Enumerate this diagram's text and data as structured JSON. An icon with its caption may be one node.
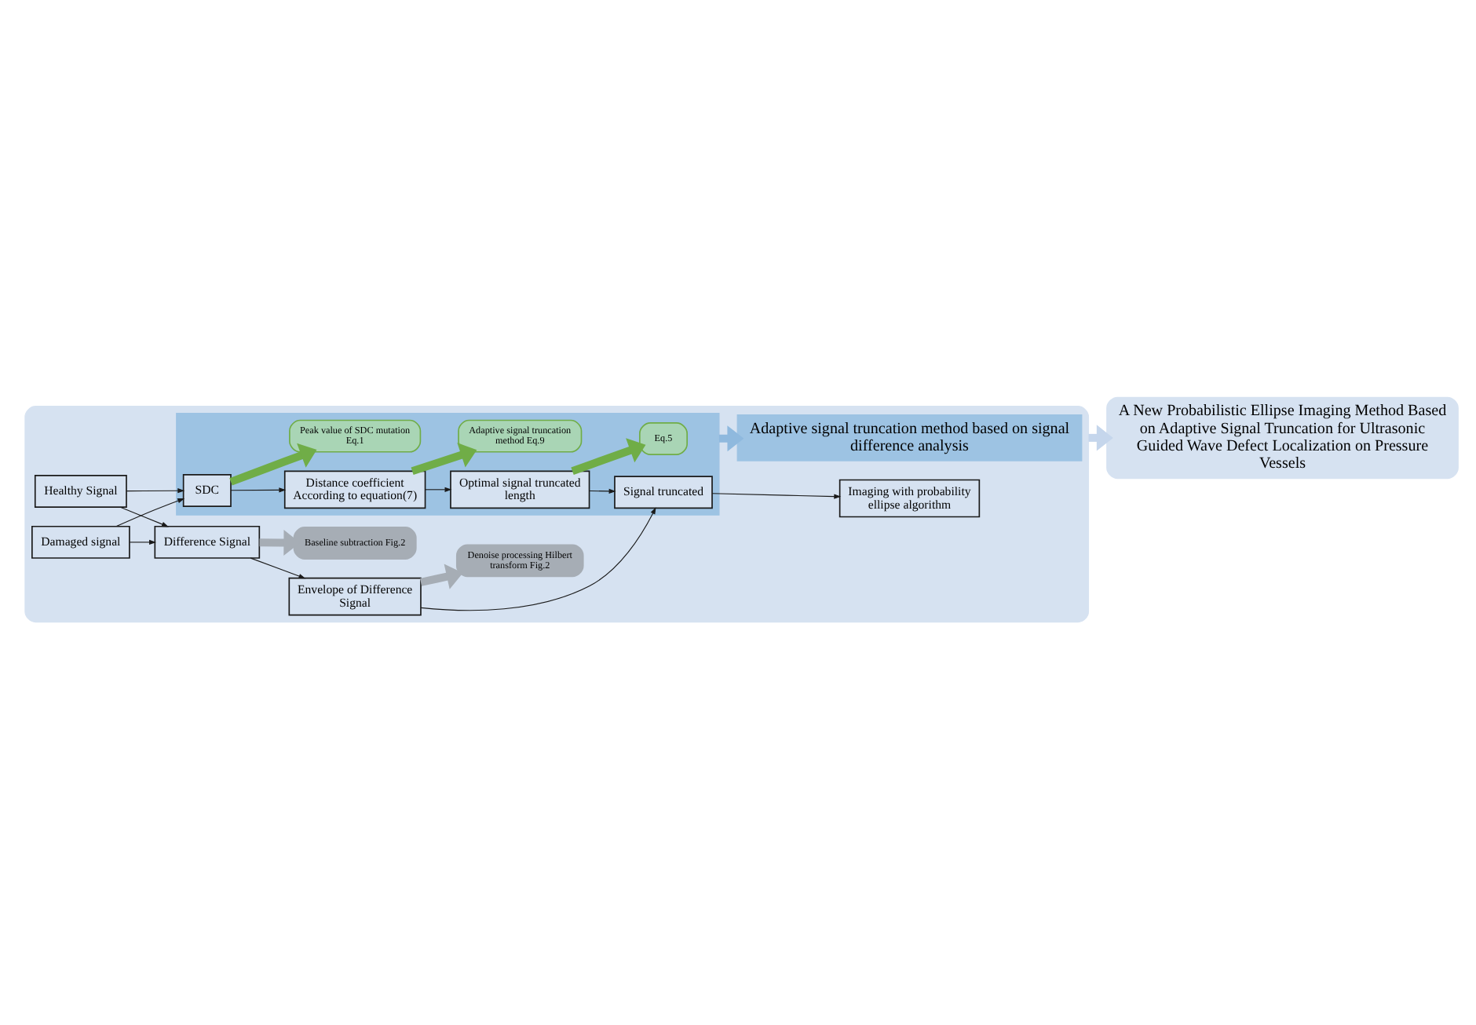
{
  "diagram": {
    "nodes": [
      {
        "text": [],
        "shape": "box"
      },
      {
        "text": [],
        "shape": "box",
        "in": 0
      },
      {
        "text": [
          "Baseline subtraction Fig.2"
        ],
        "in": 0
      },
      {
        "text": [
          "Denoise processing Hilbert transform Fig.2"
        ],
        "in": 0
      },
      {
        "text": [
          "Healthy Signal"
        ],
        "in": 0
      },
      {
        "text": [
          "Difference Signal"
        ],
        "in": 0
      },
      {
        "text": [
          "Envelope of Difference Signal"
        ],
        "in": 0
      },
      {
        "text": [
          "Signal truncated"
        ],
        "in": 1
      },
      {
        "text": [
          "Imaging with probability ellipse algorithm"
        ],
        "in": 0
      },
      {
        "text": [
          "Damaged signal"
        ],
        "in": 0
      },
      {
        "text": [
          "SDC"
        ],
        "in": 1
      },
      {
        "text": [
          "Distance coefficient",
          "According to equation(7)"
        ],
        "in": 1
      },
      {
        "text": [
          "Optimal signal truncated length"
        ],
        "in": 1
      },
      {
        "text": [
          "Peak value of SDC mutation Eq.1"
        ],
        "in": 1
      },
      {
        "text": [
          "Adaptive signal truncation method Eq.9"
        ],
        "in": 1
      },
      {
        "text": [
          "Eq.5"
        ],
        "in": 1
      },
      {
        "text": [
          "Adaptive signal truncation method based on signal difference analysis"
        ],
        "in": 0
      },
      {
        "text": [
          "A New Probabilistic Ellipse Imaging Method Based on Adaptive Signal Truncation for Ultrasonic Guided Wave Defect Localization on Pressure Vessels"
        ]
      }
    ],
    "edges": [
      {
        "from": 4,
        "to": 5,
        "arrow": "to"
      },
      {
        "from": 4,
        "to": 10,
        "arrow": "to"
      },
      {
        "from": 9,
        "to": 5,
        "arrow": "to"
      },
      {
        "from": 9,
        "to": 10,
        "arrow": "to"
      },
      {
        "from": 5,
        "to": 2,
        "arrow": "to",
        "style": "thick",
        "color": "#a6adb5"
      },
      {
        "from": 5,
        "to": 6,
        "arrow": "to"
      },
      {
        "from": 6,
        "to": 3,
        "arrow": "to",
        "style": "thick",
        "color": "#a6adb5"
      },
      {
        "from": 6,
        "to": 7,
        "arrow": "to"
      },
      {
        "from": 12,
        "to": 7,
        "arrow": "to"
      },
      {
        "from": 7,
        "to": 8,
        "arrow": "to"
      },
      {
        "from": 10,
        "to": 11,
        "arrow": "to"
      },
      {
        "from": 11,
        "to": 12,
        "arrow": "to"
      },
      {
        "from": 10,
        "to": 13,
        "arrow": "to",
        "style": "thick",
        "color": "#70ad47"
      },
      {
        "from": 11,
        "to": 14,
        "arrow": "to",
        "style": "thick",
        "color": "#70ad47"
      },
      {
        "from": 12,
        "to": 15,
        "arrow": "to",
        "style": "thick",
        "color": "#70ad47"
      },
      {
        "from": 1,
        "to": 16,
        "arrow": "to",
        "style": "thick",
        "color": "#8fb9de"
      },
      {
        "from": 0,
        "to": 17,
        "arrow": "to",
        "style": "thick",
        "color": "#c5d6ec"
      }
    ]
  }
}
